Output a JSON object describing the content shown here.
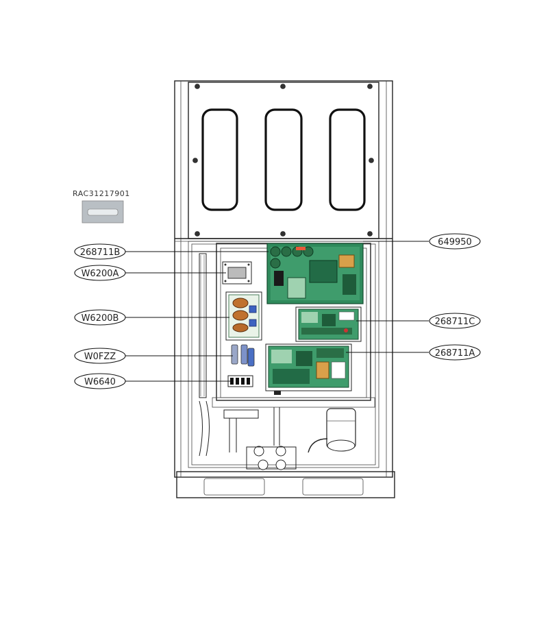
{
  "accessory": {
    "part_number": "RAC31217901"
  },
  "callouts": [
    {
      "id": "268711b",
      "label": "268711B"
    },
    {
      "id": "w6200a",
      "label": "W6200A"
    },
    {
      "id": "w6200b",
      "label": "W6200B"
    },
    {
      "id": "w0fzz",
      "label": "W0FZZ"
    },
    {
      "id": "w6640",
      "label": "W6640"
    },
    {
      "id": "649950",
      "label": "649950"
    },
    {
      "id": "268711c",
      "label": "268711C"
    },
    {
      "id": "268711a",
      "label": "268711A"
    }
  ],
  "colors": {
    "pcb_green": "#2f8a5c",
    "pcb_light": "#9fd2b0",
    "filter_copper": "#c0712e",
    "fuse_blue": "#4a6fc4",
    "line": "#222222"
  }
}
